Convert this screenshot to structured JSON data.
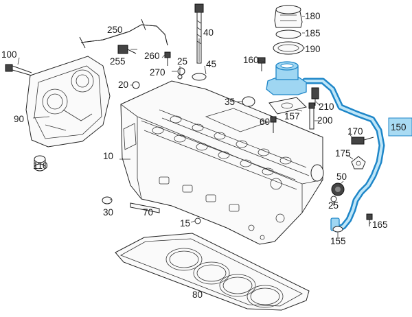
{
  "diagram": {
    "labels": {
      "p10": "10",
      "p15": "15",
      "p20": "20",
      "p25a": "25",
      "p25b": "25",
      "p30": "30",
      "p35": "35",
      "p40": "40",
      "p45": "45",
      "p50": "50",
      "p60": "60",
      "p70": "70",
      "p80": "80",
      "p90": "90",
      "p100": "100",
      "p110": "110",
      "p150": "150",
      "p155": "155",
      "p157": "157",
      "p160": "160",
      "p165": "165",
      "p170": "170",
      "p175": "175",
      "p180": "180",
      "p185": "185",
      "p190": "190",
      "p200": "200",
      "p210": "210",
      "p250": "250",
      "p255": "255",
      "p260": "260",
      "p270": "270"
    },
    "highlight": {
      "part": "150",
      "fill": "#9fd6f2",
      "stroke": "#1e86c8"
    }
  }
}
